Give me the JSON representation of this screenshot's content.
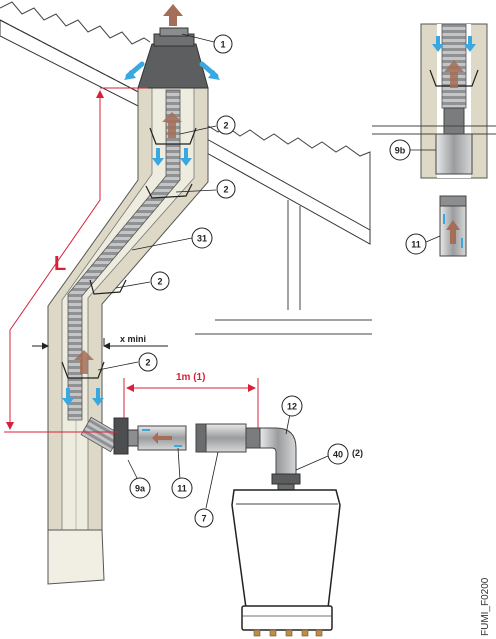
{
  "callouts": {
    "c1": "1",
    "c2a": "2",
    "c2b": "2",
    "c2c": "2",
    "c2d": "2",
    "c31": "31",
    "c9a": "9a",
    "c9b": "9b",
    "c11a": "11",
    "c11b": "11",
    "c7": "7",
    "c12": "12",
    "c40": "40",
    "c40_note": "(2)"
  },
  "dimensions": {
    "length": "L",
    "min_gap": "x mini",
    "horizontal_max": "1m (1)"
  },
  "reference": "FUMI_F0200",
  "colors": {
    "chimney_wall": "#ddd9c6",
    "flexible_duct": "#b7b9bb",
    "fresh_air": "#3aa8e0",
    "flue_gas": "#a56e58",
    "dimension": "#d8203a"
  }
}
